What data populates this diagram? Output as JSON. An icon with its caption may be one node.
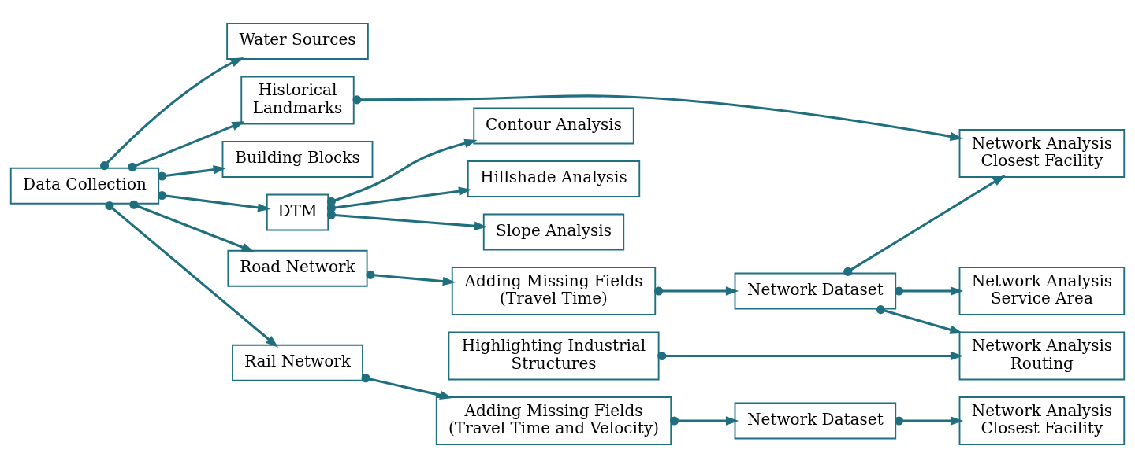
{
  "diagram": {
    "nodes": [
      {
        "text": [
          "Data Collection"
        ]
      },
      {
        "text": [
          "Water Sources"
        ]
      },
      {
        "text": [
          "Historical Landmarks"
        ]
      },
      {
        "text": [
          "Building Blocks"
        ]
      },
      {
        "text": [
          "DTM"
        ]
      },
      {
        "text": [
          "Road Network"
        ]
      },
      {
        "text": [
          "Rail Network"
        ]
      },
      {
        "text": [
          "Highlighting Industrial Structures"
        ]
      },
      {
        "text": [
          "Hillshade Analysis"
        ]
      },
      {
        "text": [
          "Slope Analysis"
        ]
      },
      {
        "text": [
          "Contour Analysis"
        ]
      },
      {
        "text": [
          "Adding Missing Fields (Travel Time)"
        ]
      },
      {
        "text": [
          "Adding Missing Fields (Travel Time and Velocity)"
        ]
      },
      {
        "text": [
          "Network Dataset"
        ]
      },
      {
        "text": [
          "Network Dataset"
        ]
      },
      {
        "text": [
          "Network Analysis Closest Facility"
        ]
      },
      {
        "text": [
          "Network Analysis Routing"
        ]
      },
      {
        "text": [
          "Network Analysis Service Area"
        ]
      },
      {
        "text": [
          "Network Analysis Closest Facility"
        ]
      }
    ],
    "edges": [
      {
        "from": 0,
        "to": 1,
        "arrow": "to"
      },
      {
        "from": 0,
        "to": 2,
        "arrow": "to"
      },
      {
        "from": 0,
        "to": 3,
        "arrow": "to"
      },
      {
        "from": 0,
        "to": 4,
        "arrow": "to"
      },
      {
        "from": 0,
        "to": 5,
        "arrow": "to"
      },
      {
        "from": 0,
        "to": 6,
        "arrow": "to"
      },
      {
        "from": 2,
        "to": 15,
        "arrow": "to"
      },
      {
        "from": 7,
        "to": 16,
        "arrow": "to"
      },
      {
        "from": 4,
        "to": 8,
        "arrow": "to"
      },
      {
        "from": 4,
        "to": 9,
        "arrow": "to"
      },
      {
        "from": 4,
        "to": 10,
        "arrow": "to"
      },
      {
        "from": 5,
        "to": 11,
        "arrow": "to"
      },
      {
        "from": 6,
        "to": 12,
        "arrow": "to"
      },
      {
        "from": 11,
        "to": 13,
        "arrow": "to"
      },
      {
        "from": 12,
        "to": 14,
        "arrow": "to"
      },
      {
        "from": 13,
        "to": 15,
        "arrow": "to"
      },
      {
        "from": 13,
        "to": 16,
        "arrow": "to"
      },
      {
        "from": 13,
        "to": 17,
        "arrow": "to"
      },
      {
        "from": 14,
        "to": 18,
        "arrow": "to"
      }
    ]
  }
}
